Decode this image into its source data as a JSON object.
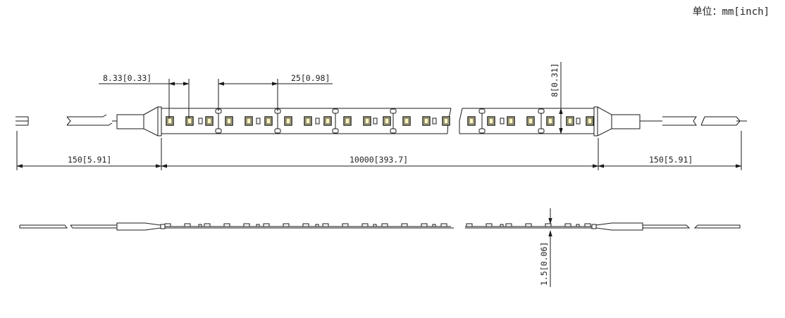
{
  "units_label": "单位：mm[inch]",
  "dimensions": {
    "led_spacing": "8.33[0.33]",
    "cut_unit": "25[0.98]",
    "strip_width": "8[0.31]",
    "left_wire": "150[5.91]",
    "strip_length": "10000[393.7]",
    "right_wire": "150[5.91]",
    "strip_thickness": "1.5[0.06]"
  },
  "colors": {
    "line": "#1a1a1a",
    "led_fill": "#fff7c2",
    "background": "#ffffff"
  }
}
